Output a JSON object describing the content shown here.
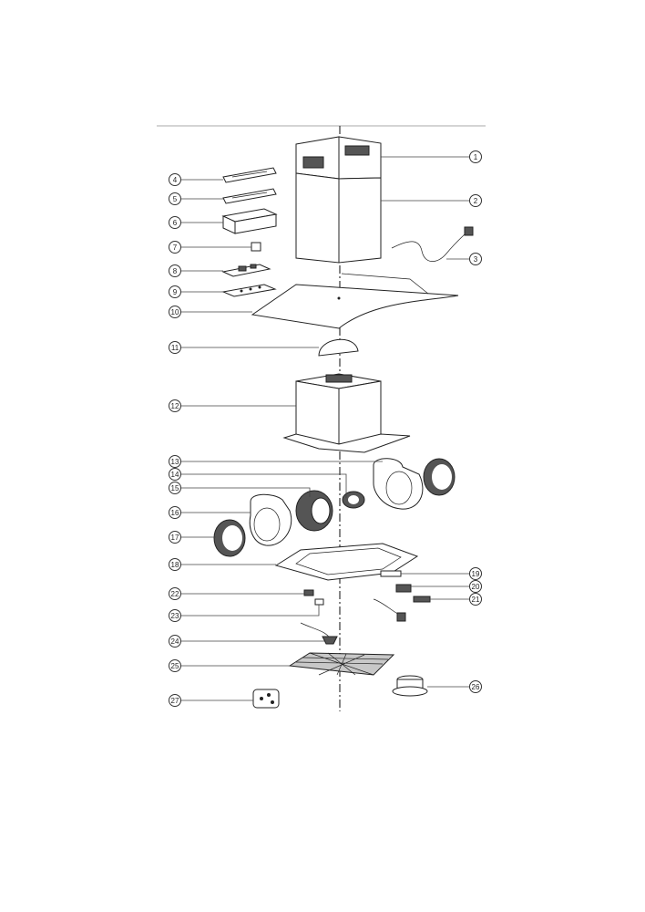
{
  "labels": [
    {
      "id": "1",
      "text": "1",
      "side": "right"
    },
    {
      "id": "2",
      "text": "2",
      "side": "right"
    },
    {
      "id": "3",
      "text": "3",
      "side": "right"
    },
    {
      "id": "4",
      "text": "4",
      "side": "left"
    },
    {
      "id": "5",
      "text": "5",
      "side": "left"
    },
    {
      "id": "6",
      "text": "6",
      "side": "left"
    },
    {
      "id": "7",
      "text": "7",
      "side": "left"
    },
    {
      "id": "8",
      "text": "8",
      "side": "left"
    },
    {
      "id": "9",
      "text": "9",
      "side": "left"
    },
    {
      "id": "10",
      "text": "10",
      "side": "left"
    },
    {
      "id": "11",
      "text": "11",
      "side": "left"
    },
    {
      "id": "12",
      "text": "12",
      "side": "left"
    },
    {
      "id": "13",
      "text": "13",
      "side": "left"
    },
    {
      "id": "14",
      "text": "14",
      "side": "left"
    },
    {
      "id": "15",
      "text": "15",
      "side": "left"
    },
    {
      "id": "16",
      "text": "16",
      "side": "left"
    },
    {
      "id": "17",
      "text": "17",
      "side": "left"
    },
    {
      "id": "18",
      "text": "18",
      "side": "left"
    },
    {
      "id": "19",
      "text": "19",
      "side": "right"
    },
    {
      "id": "20",
      "text": "20",
      "side": "right"
    },
    {
      "id": "21",
      "text": "21",
      "side": "right"
    },
    {
      "id": "22",
      "text": "22",
      "side": "left"
    },
    {
      "id": "23",
      "text": "23",
      "side": "left"
    },
    {
      "id": "24",
      "text": "24",
      "side": "left"
    },
    {
      "id": "25",
      "text": "25",
      "side": "left"
    },
    {
      "id": "26",
      "text": "26",
      "side": "right"
    },
    {
      "id": "27",
      "text": "27",
      "side": "left"
    }
  ]
}
